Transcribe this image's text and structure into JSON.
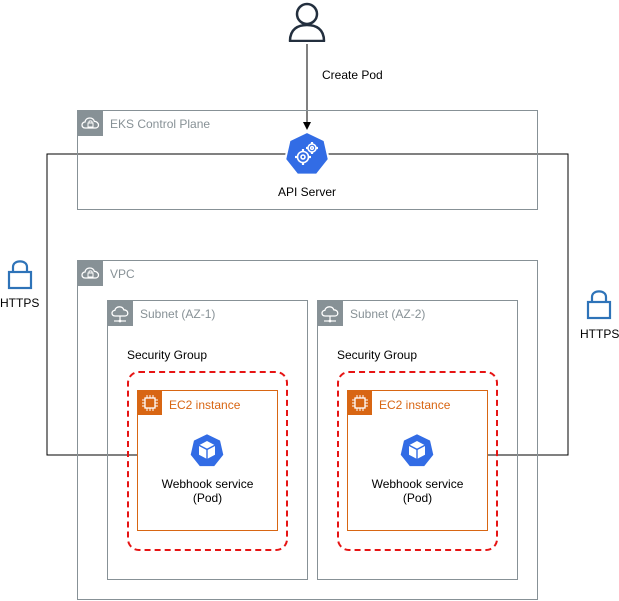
{
  "user": {
    "label": "Create Pod"
  },
  "control_plane": {
    "label": "EKS Control Plane",
    "api_server": "API Server"
  },
  "vpc": {
    "label": "VPC"
  },
  "subnets": [
    {
      "label": "Subnet (AZ-1)",
      "security_group": "Security Group",
      "ec2": "EC2 instance",
      "pod_line1": "Webhook service",
      "pod_line2": "(Pod)"
    },
    {
      "label": "Subnet (AZ-2)",
      "security_group": "Security Group",
      "ec2": "EC2 instance",
      "pod_line1": "Webhook service",
      "pod_line2": "(Pod)"
    }
  ],
  "https_left": "HTTPS",
  "https_right": "HTTPS",
  "colors": {
    "group_border": "#879196",
    "ec2": "#d86613",
    "security_group": "#e61414",
    "k8s": "#326ce5"
  }
}
